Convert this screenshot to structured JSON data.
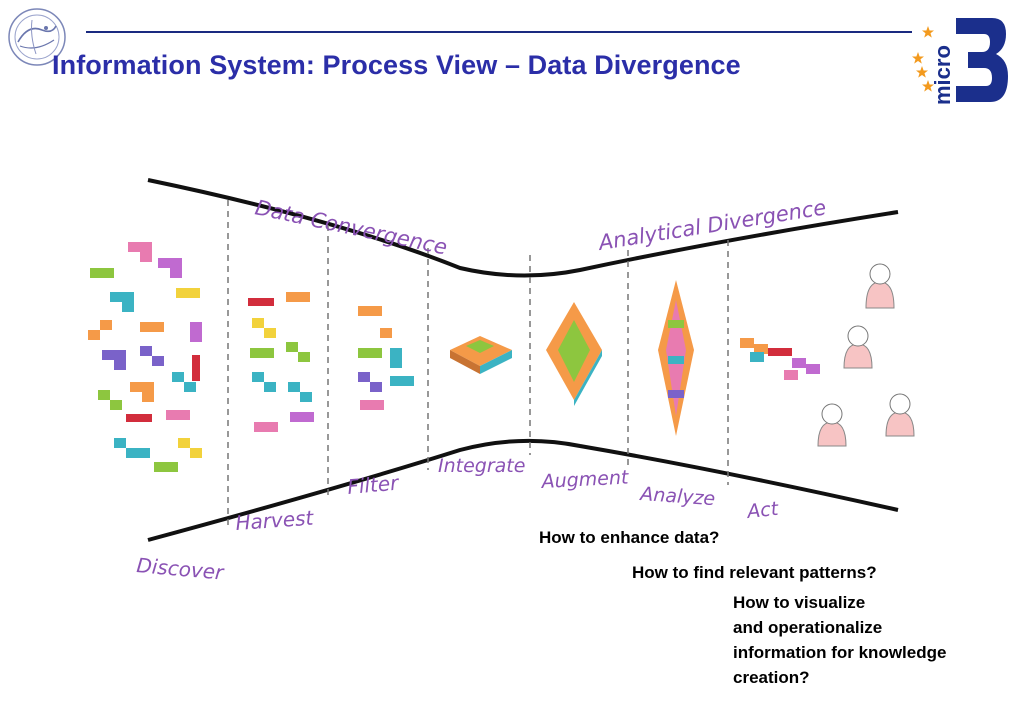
{
  "header": {
    "title": "Information System: Process View – Data Divergence",
    "logo_right_text": "micro",
    "logo_right_number": "3"
  },
  "colors": {
    "title": "#2b2ea8",
    "rule": "#1a2a80",
    "handwriting": "#8a52b4",
    "logo_blue": "#1b2f8c",
    "logo_star": "#f39a1e"
  },
  "diagram": {
    "top_labels": {
      "convergence": "Data Convergence",
      "divergence": "Analytical Divergence"
    },
    "stages": [
      "Discover",
      "Harvest",
      "Filter",
      "Integrate",
      "Augment",
      "Analyze",
      "Act"
    ]
  },
  "questions": {
    "q1": "How  to enhance data?",
    "q2": "How to find relevant patterns?",
    "q3_lines": [
      "How to visualize",
      "and  operationalize",
      "information for knowledge",
      "creation?"
    ]
  }
}
